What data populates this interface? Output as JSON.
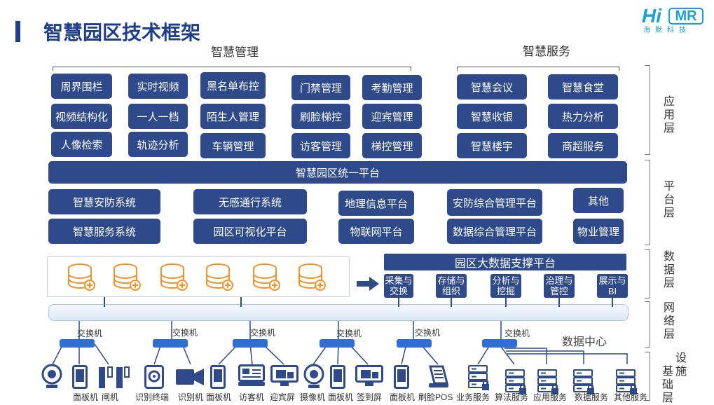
{
  "title": "智慧园区技术框架",
  "logo": {
    "brand_hi": "Hi",
    "brand_mr": "MR",
    "subtitle": "海默科技"
  },
  "app_layer": {
    "smart_mgmt_label": "智慧管理",
    "smart_service_label": "智慧服务",
    "mgmt_items": [
      "周界围栏",
      "实时视频",
      "黑名单布控",
      "门禁管理",
      "考勤管理",
      "视频结构化",
      "一人一档",
      "陌生人管理",
      "刷脸梯控",
      "迎宾管理",
      "人像检索",
      "轨迹分析",
      "车辆管理",
      "访客管理",
      "梯控管理"
    ],
    "service_items": [
      "智慧会议",
      "智慧食堂",
      "智慧收银",
      "热力分析",
      "智慧楼宇",
      "商超服务"
    ]
  },
  "platform_layer": {
    "unified": "智慧园区统一平台",
    "items": [
      "智慧安防系统",
      "无感通行系统",
      "地理信息平台",
      "安防综合管理平台",
      "其他",
      "智慧服务系统",
      "园区可视化平台",
      "物联网平台",
      "数据综合管理平台",
      "物业管理"
    ]
  },
  "data_layer": {
    "bigdata_title": "园区大数据支撑平台",
    "modules": [
      {
        "line1": "采集与",
        "line2": "交换"
      },
      {
        "line1": "存储与",
        "line2": "组织"
      },
      {
        "line1": "分析与",
        "line2": "挖掘"
      },
      {
        "line1": "治理与",
        "line2": "管控"
      },
      {
        "line1": "展示与",
        "line2": "BI"
      }
    ]
  },
  "layers": {
    "app": "应用层",
    "platform": "平台层",
    "data": "数据层",
    "network": "网络层",
    "infra_a": "设施",
    "infra_b": "基础层"
  },
  "infra": {
    "switch_label": "交换机",
    "datacenter_label": "数据中心",
    "devices": [
      "面板机",
      "闸机",
      "识别终端",
      "识别机",
      "面板机",
      "访客机",
      "迎宾屏",
      "摄像机",
      "面板机",
      "签到屏",
      "面板机",
      "刷脸POS",
      "业务服务",
      "算法服务",
      "应用服务",
      "数据服务",
      "其他服务"
    ]
  },
  "colors": {
    "primary": "#2e4a8a",
    "title": "#1f3e8a",
    "accent_orange": "#f0932b",
    "switch": "#2e6fd0",
    "logo": "#1aa0d8"
  }
}
